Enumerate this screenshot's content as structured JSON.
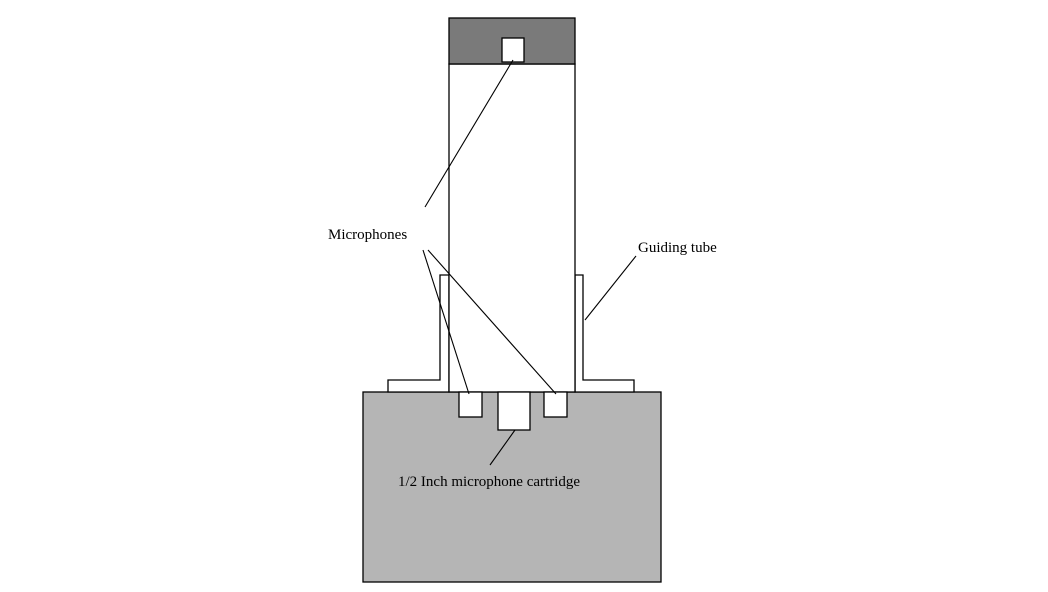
{
  "labels": {
    "microphones": "Microphones",
    "guiding_tube": "Guiding tube",
    "cartridge": "1/2 Inch microphone cartridge"
  },
  "colors": {
    "background": "#ffffff",
    "base_block": "#b5b5b5",
    "top_cap": "#7a7a7a",
    "tube_body": "#ffffff",
    "microphone": "#ffffff",
    "outline": "#000000"
  }
}
